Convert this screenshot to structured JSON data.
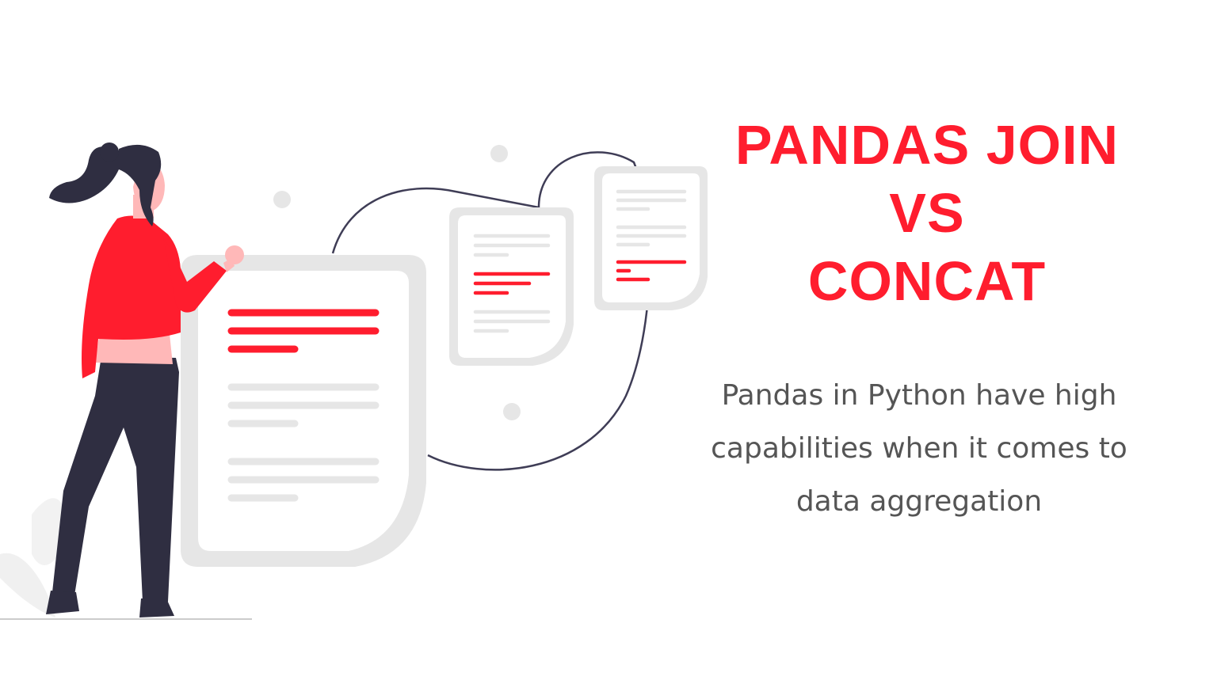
{
  "colors": {
    "accent": "#ff1d2e",
    "text_gray": "#555555",
    "doc_gray": "#e6e6e6",
    "dark": "#2f2e41",
    "skin": "#ffb8b8"
  },
  "headline": {
    "line1": "PANDAS JOIN",
    "line2": "VS",
    "line3": "CONCAT"
  },
  "description": {
    "line1": "Pandas in Python have high",
    "line2": "capabilities when it comes to",
    "line3": "data aggregation"
  },
  "illustration": {
    "figure": "woman-figure",
    "icons": [
      "document-icon",
      "document-icon",
      "document-icon"
    ]
  }
}
